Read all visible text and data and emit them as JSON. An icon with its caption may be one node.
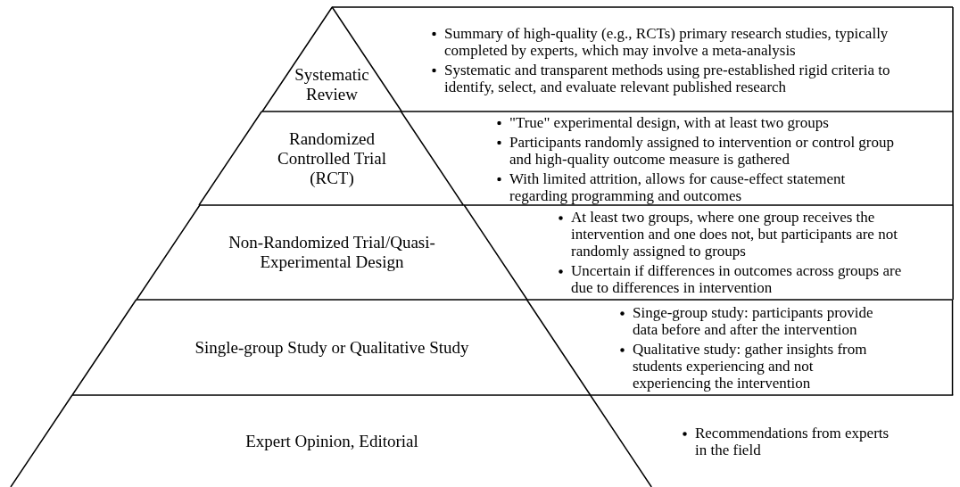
{
  "diagram": {
    "nodes": [
      {
        "text": [
          "Systematic Review"
        ]
      },
      {
        "text": [
          "Randomized Controlled Trial (RCT)"
        ]
      },
      {
        "text": [
          "Non-Randomized Trial/Quasi-Experimental Design"
        ]
      },
      {
        "text": [
          "Single-group Study or Qualitative Study"
        ]
      },
      {
        "text": [
          "Expert Opinion, Editorial"
        ]
      },
      {
        "text": [
          "Summary of high-quality (e.g., RCTs) primary research studies, typically completed by experts, which may involve a meta-analysis",
          "Systematic and transparent methods using pre-established rigid criteria to identify, select, and evaluate relevant published research"
        ]
      },
      {
        "text": [
          "\"True\" experimental design, with at least two groups",
          "Participants randomly assigned to intervention or control group and high-quality outcome measure is gathered",
          "With limited attrition, allows for cause-effect statement regarding programming and outcomes"
        ]
      },
      {
        "text": [
          "At least two groups, where one group receives the intervention and one does not, but participants are not randomly assigned to groups",
          "Uncertain if differences in outcomes across groups are due to differences in intervention"
        ]
      },
      {
        "text": [
          "Singe-group study: participants provide data before and after the intervention",
          "Qualitative study: gather insights from students experiencing and not experiencing the intervention"
        ]
      },
      {
        "text": [
          "Recommendations from experts in the field"
        ]
      }
    ]
  }
}
